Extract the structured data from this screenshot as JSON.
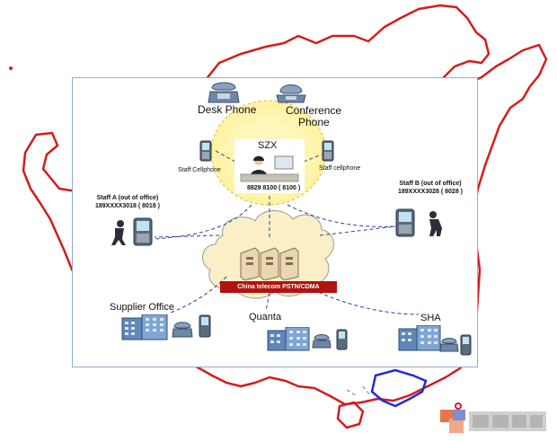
{
  "diagram": {
    "nodes": {
      "desk_phone": "Desk Phone",
      "conference_phone_line1": "Conference",
      "conference_phone_line2": "Phone",
      "szx": "SZX",
      "szx_number": "8829 8100 ( 8100 )",
      "staff_cellphone_left": "Staff Cellphone",
      "staff_cellphone_right": "Staff cellphone",
      "staff_a_title": "Staff A (out of office)",
      "staff_a_number": "189XXXX3018 ( 8018 )",
      "staff_b_title": "Staff B (out of office)",
      "staff_b_number": "189XXXX3028 ( 8028 )",
      "pstn": "China telecom PSTN/CDMA",
      "supplier_office": "Supplier Office",
      "quanta": "Quanta",
      "sha": "SHA"
    },
    "icons": [
      "desk-phone-icon",
      "conference-phone-icon",
      "cellphone-icon",
      "building-icon",
      "server-icon",
      "person-icon",
      "cloud-icon",
      "map-outline"
    ],
    "colors": {
      "map_border": "#d41c1c",
      "taiwan_border": "#1c2fd4",
      "link_line": "#2a3e9e",
      "pstn_bar": "#b1120f",
      "szx_halo": "#fff6b0",
      "cloud": "#fbefc8"
    }
  }
}
